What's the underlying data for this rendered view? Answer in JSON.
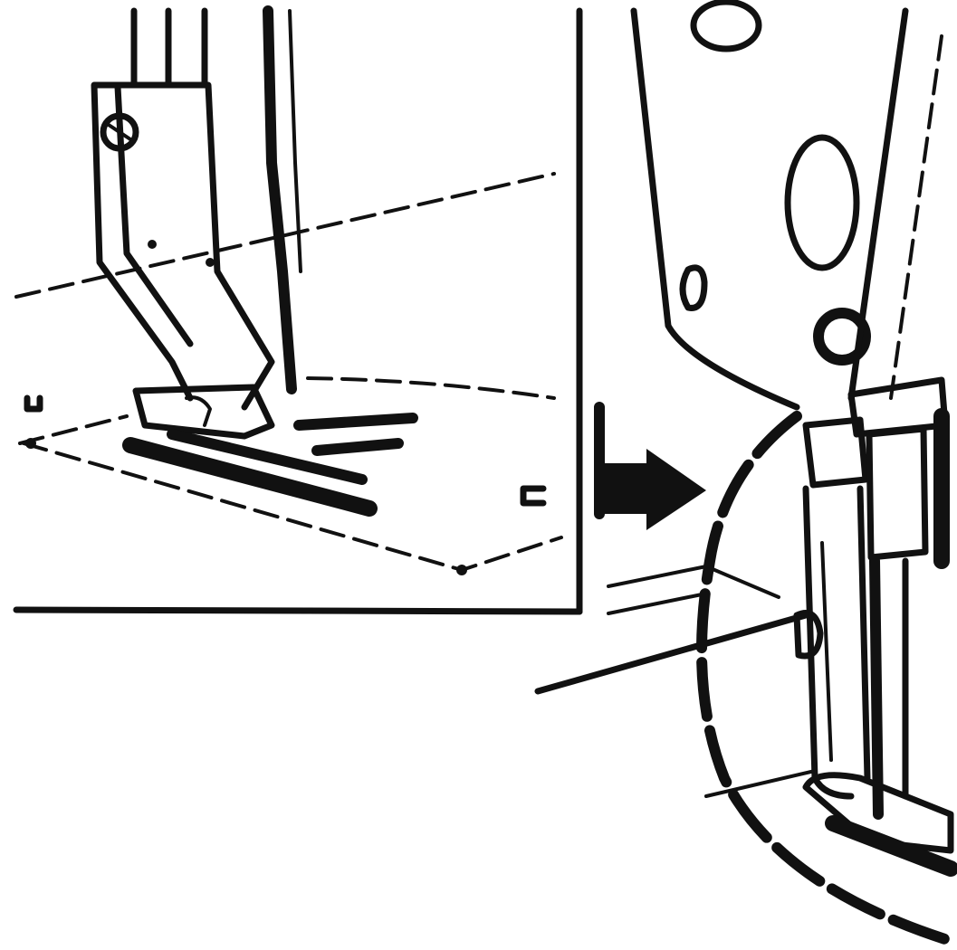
{
  "figure": {
    "ink_color": "#111111",
    "background_color": "#ffffff",
    "icons": [
      "presser-foot-detail-panel",
      "direction-arrow-icon",
      "presser-foot-assembly",
      "magnified-circle-outline"
    ]
  }
}
